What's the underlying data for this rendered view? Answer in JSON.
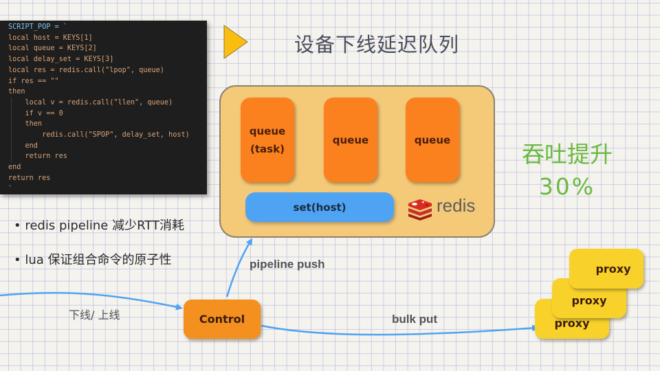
{
  "code": {
    "lines": [
      "SCRIPT_POP = `",
      "local host = KEYS[1]",
      "local queue = KEYS[2]",
      "local delay_set = KEYS[3]",
      "local res = redis.call(\"lpop\", queue)",
      "if res == \"\"",
      "then",
      "    local v = redis.call(\"llen\", queue)",
      "    if v == 0",
      "    then",
      "        redis.call(\"SPOP\", delay_set, host)",
      "    end",
      "    return res",
      "end",
      "return res",
      "`"
    ]
  },
  "title": "设备下线延迟队列",
  "redis": {
    "queues": [
      {
        "line1": "queue",
        "line2": "(task)"
      },
      {
        "line1": "queue",
        "line2": ""
      },
      {
        "line1": "queue",
        "line2": ""
      }
    ],
    "set_label": "set(host)",
    "logo_text": "redis"
  },
  "throughput": {
    "label": "吞吐提升",
    "value": "30%"
  },
  "bullets": [
    "redis pipeline 减少RTT消耗",
    "lua 保证组合命令的原子性"
  ],
  "flow": {
    "input_label": "下线/ 上线",
    "control_label": "Control",
    "pipeline_label": "pipeline push",
    "bulk_label": "bulk put",
    "proxies": [
      "proxy",
      "proxy",
      "proxy"
    ]
  },
  "colors": {
    "queue": "#fb801e",
    "set": "#4ea3f2",
    "container": "#f4c978",
    "control": "#f3901f",
    "proxy": "#f8d22b",
    "arrow": "#4ea3f2",
    "accent_green": "#6ab940",
    "play_icon": "#fbbd0f"
  }
}
